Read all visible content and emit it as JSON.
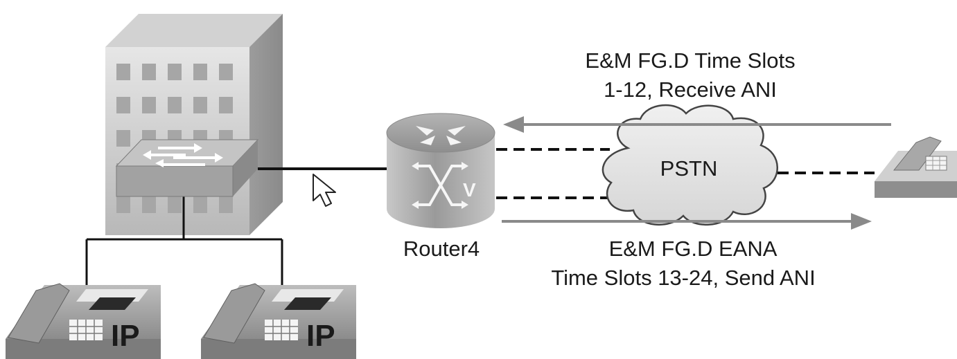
{
  "labels": {
    "top_line1": "E&M FG.D Time Slots",
    "top_line2": "1-12, Receive ANI",
    "pstn": "PSTN",
    "router": "Router4",
    "router_badge": "V",
    "bottom_line1": "E&M FG.D EANA",
    "bottom_line2": "Time Slots 13-24, Send ANI",
    "phone_left_badge": "IP",
    "phone_right_badge": "IP"
  },
  "icons": {
    "building": "building-icon",
    "switch": "switch-icon",
    "router": "router-icon",
    "cloud": "cloud-icon",
    "analog_phone": "telephone-icon",
    "ip_phone": "ip-phone-icon",
    "cursor": "mouse-cursor-icon"
  },
  "colors": {
    "background": "#ffffff",
    "device_gray": "#a0a0a0",
    "arrow_gray": "#8a8a8a",
    "text": "#1a1a1a"
  }
}
